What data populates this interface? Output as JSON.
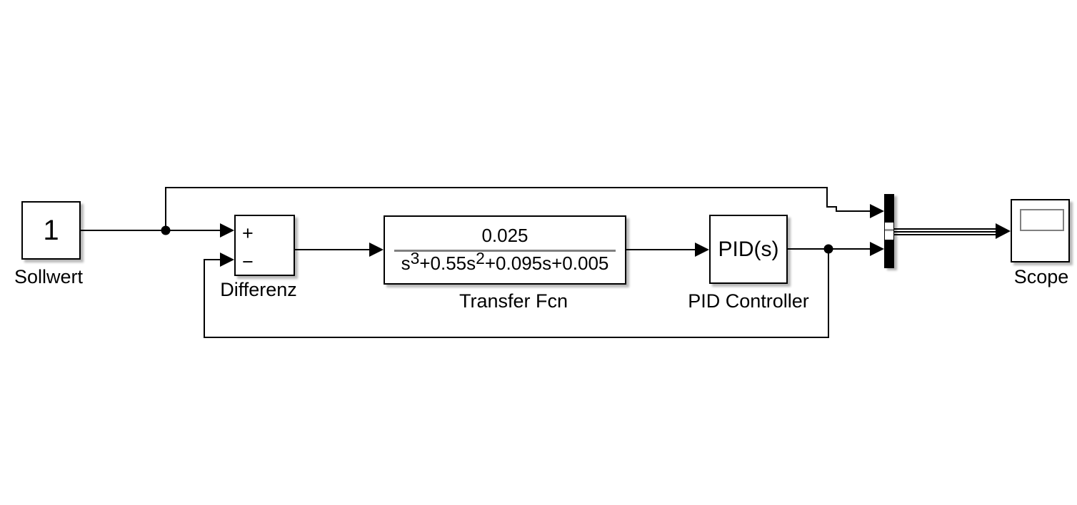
{
  "blocks": {
    "constant": {
      "value": "1",
      "label": "Sollwert"
    },
    "sum": {
      "plus": "+",
      "minus": "−",
      "label": "Differenz"
    },
    "transfer_fcn": {
      "label": "Transfer Fcn",
      "numerator": "0.025",
      "denominator": {
        "base1": "s",
        "exp1": "3",
        "mid": "+0.55s",
        "exp2": "2",
        "tail": "+0.095s+0.005"
      }
    },
    "pid": {
      "text": "PID(s)",
      "label": "PID Controller"
    },
    "scope": {
      "label": "Scope"
    }
  },
  "colors": {
    "background": "#ffffff",
    "line": "#000000",
    "block_fill": "#ffffff",
    "fraction_divider": "#808080",
    "scope_screen_border": "#808080",
    "mux_fill": "#000000"
  }
}
